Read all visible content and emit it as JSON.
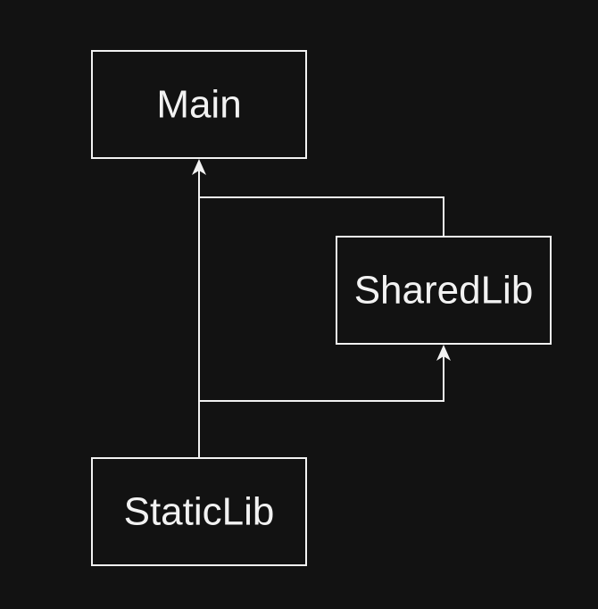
{
  "diagram": {
    "background": "#121212",
    "stroke_color": "#f2f2f2",
    "nodes": {
      "main": {
        "label": "Main"
      },
      "shared_lib": {
        "label": "SharedLib"
      },
      "static_lib": {
        "label": "StaticLib"
      }
    },
    "edges": [
      {
        "from": "StaticLib",
        "to": "Main"
      },
      {
        "from": "SharedLib",
        "to": "Main"
      },
      {
        "from": "StaticLib",
        "to": "SharedLib"
      }
    ]
  }
}
